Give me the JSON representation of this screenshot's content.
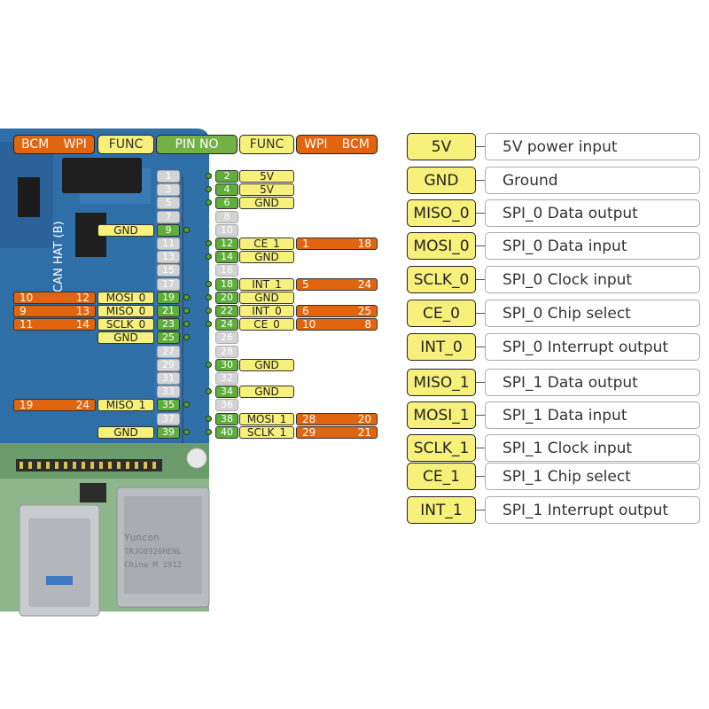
{
  "header": {
    "left_bcm": "BCM",
    "left_wpi": "WPI",
    "left_func": "FUNC",
    "pin_no": "PIN NO",
    "right_func": "FUNC",
    "right_wpi": "WPI",
    "right_bcm": "BCM"
  },
  "board_text": {
    "hat_name": "CAN HAT (B)",
    "rj45_brand": "Yuncon",
    "rj45_model": "TRJG0926HENL",
    "rj45_origin": "China M 1912"
  },
  "pins": [
    {
      "num": 1,
      "active": false
    },
    {
      "num": 2,
      "active": true,
      "func": "5V"
    },
    {
      "num": 3,
      "active": false
    },
    {
      "num": 4,
      "active": true,
      "func": "5V"
    },
    {
      "num": 5,
      "active": false
    },
    {
      "num": 6,
      "active": true,
      "func": "GND"
    },
    {
      "num": 7,
      "active": false
    },
    {
      "num": 8,
      "active": false
    },
    {
      "num": 9,
      "active": true,
      "func": "GND"
    },
    {
      "num": 10,
      "active": false
    },
    {
      "num": 11,
      "active": false
    },
    {
      "num": 12,
      "active": true,
      "func": "CE_1",
      "wpi": "1",
      "bcm": "18"
    },
    {
      "num": 13,
      "active": false
    },
    {
      "num": 14,
      "active": true,
      "func": "GND"
    },
    {
      "num": 15,
      "active": false
    },
    {
      "num": 16,
      "active": false
    },
    {
      "num": 17,
      "active": false
    },
    {
      "num": 18,
      "active": true,
      "func": "INT_1",
      "wpi": "5",
      "bcm": "24"
    },
    {
      "num": 19,
      "active": true,
      "func": "MOSI_0",
      "wpi": "12",
      "bcm": "10"
    },
    {
      "num": 20,
      "active": true,
      "func": "GND"
    },
    {
      "num": 21,
      "active": true,
      "func": "MISO_0",
      "wpi": "13",
      "bcm": "9"
    },
    {
      "num": 22,
      "active": true,
      "func": "INT_0",
      "wpi": "6",
      "bcm": "25"
    },
    {
      "num": 23,
      "active": true,
      "func": "SCLK_0",
      "wpi": "14",
      "bcm": "11"
    },
    {
      "num": 24,
      "active": true,
      "func": "CE_0",
      "wpi": "10",
      "bcm": "8"
    },
    {
      "num": 25,
      "active": true,
      "func": "GND"
    },
    {
      "num": 26,
      "active": false
    },
    {
      "num": 27,
      "active": false
    },
    {
      "num": 28,
      "active": false
    },
    {
      "num": 29,
      "active": false
    },
    {
      "num": 30,
      "active": true,
      "func": "GND"
    },
    {
      "num": 31,
      "active": false
    },
    {
      "num": 32,
      "active": false
    },
    {
      "num": 33,
      "active": false
    },
    {
      "num": 34,
      "active": true,
      "func": "GND"
    },
    {
      "num": 35,
      "active": true,
      "func": "MISO_1",
      "wpi": "24",
      "bcm": "19"
    },
    {
      "num": 36,
      "active": false
    },
    {
      "num": 37,
      "active": false
    },
    {
      "num": 38,
      "active": true,
      "func": "MOSI_1",
      "wpi": "28",
      "bcm": "20"
    },
    {
      "num": 39,
      "active": true,
      "func": "GND"
    },
    {
      "num": 40,
      "active": true,
      "func": "SCLK_1",
      "wpi": "29",
      "bcm": "21"
    }
  ],
  "legend": [
    {
      "abbr": "5V",
      "desc": "5V power input"
    },
    {
      "abbr": "GND",
      "desc": "Ground"
    },
    {
      "abbr": "MISO_0",
      "desc": "SPI_0 Data output"
    },
    {
      "abbr": "MOSI_0",
      "desc": "SPI_0 Data input"
    },
    {
      "abbr": "SCLK_0",
      "desc": "SPI_0 Clock input"
    },
    {
      "abbr": "CE_0",
      "desc": "SPI_0 Chip select"
    },
    {
      "abbr": "INT_0",
      "desc": "SPI_0 Interrupt output"
    },
    {
      "abbr": "MISO_1",
      "desc": "SPI_1 Data output"
    },
    {
      "abbr": "MOSI_1",
      "desc": "SPI_1 Data input"
    },
    {
      "abbr": "SCLK_1",
      "desc": "SPI_1 Clock input"
    },
    {
      "abbr": "CE_1",
      "desc": "SPI_1 Chip select"
    },
    {
      "abbr": "INT_1",
      "desc": "SPI_1 Interrupt output"
    }
  ],
  "colors": {
    "wpi_bcm_header": "#e0650e",
    "func_label": "#f7f07a",
    "pin_active": "#5fae3c",
    "pin_inactive": "#d4d4d4",
    "board_blue": "#2f6fa8"
  }
}
